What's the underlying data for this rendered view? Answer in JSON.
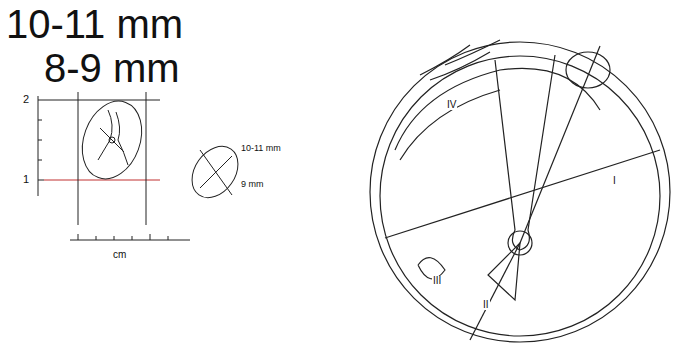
{
  "diagram": {
    "labels": [
      "10-11 mm",
      "8-9 mm",
      "2",
      "1",
      "cm",
      "10-11 mm",
      "9 mm",
      "IV",
      "I",
      "III",
      "II"
    ]
  }
}
